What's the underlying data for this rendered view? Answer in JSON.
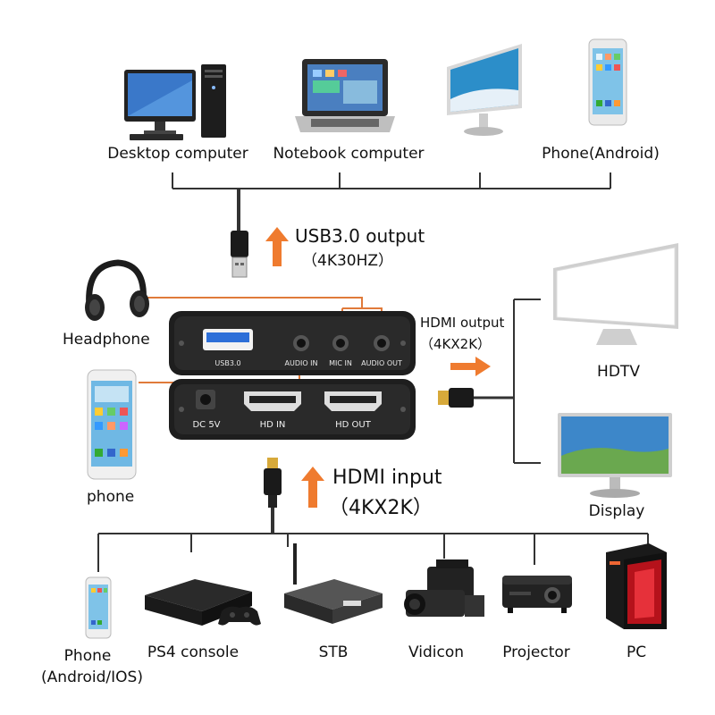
{
  "top_devices": {
    "desktop": "Desktop computer",
    "notebook": "Notebook computer",
    "phone_android": "Phone(Android)"
  },
  "usb_output": {
    "title": "USB3.0 output",
    "spec": "（4K30HZ）"
  },
  "side": {
    "headphone": "Headphone",
    "phone": "phone"
  },
  "capture_box": {
    "top_ports": [
      "USB3.0",
      "AUDIO IN",
      "MIC IN",
      "AUDIO OUT"
    ],
    "bottom_ports": [
      "DC 5V",
      "HD IN",
      "HD OUT"
    ]
  },
  "hdmi_output": {
    "title": "HDMI output",
    "spec": "（4KX2K）"
  },
  "outputs": {
    "hdtv": "HDTV",
    "display": "Display"
  },
  "hdmi_input": {
    "title": "HDMI input",
    "spec": "（4KX2K）"
  },
  "bottom_devices": {
    "phone": "Phone",
    "phone_os": "(Android/IOS)",
    "ps4": "PS4 console",
    "stb": "STB",
    "vidicon": "Vidicon",
    "projector": "Projector",
    "pc": "PC"
  },
  "colors": {
    "arrow": "#ef7b2f",
    "wire": "#333333",
    "audio_wire": "#e07a3a",
    "device_dark": "#1e1e1e"
  }
}
